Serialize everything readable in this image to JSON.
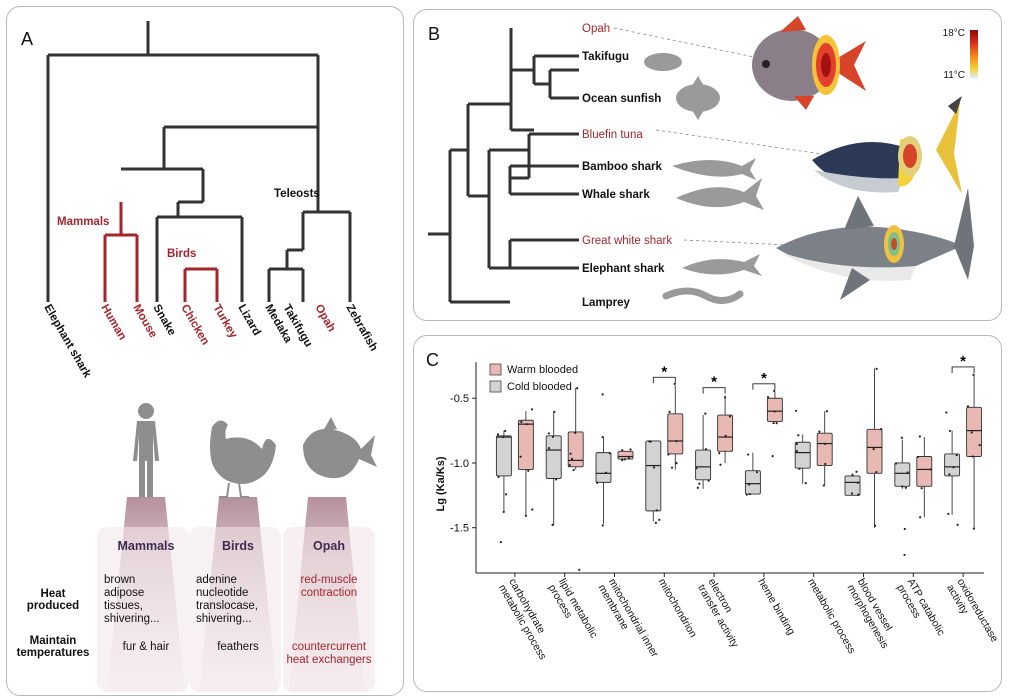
{
  "panels": {
    "a": "A",
    "b": "B",
    "c": "C"
  },
  "panel_a": {
    "taxa": [
      "Elephant shark",
      "Human",
      "Mouse",
      "Snake",
      "Chicken",
      "Turkey",
      "Lizard",
      "Medaka",
      "Takifugu",
      "Opah",
      "Zebrafish"
    ],
    "taxa_warm": [
      false,
      true,
      true,
      false,
      true,
      true,
      false,
      false,
      false,
      true,
      false
    ],
    "clade_labels": {
      "mammals": "Mammals",
      "birds": "Birds",
      "teleosts": "Teleosts"
    },
    "groups": [
      "Mammals",
      "Birds",
      "Opah"
    ],
    "row_headers": {
      "heat": [
        "Heat",
        "produced"
      ],
      "maintain": [
        "Maintain",
        "temperatures"
      ]
    },
    "heat_produced": [
      [
        "brown",
        "adipose",
        "tissues,",
        "shivering..."
      ],
      [
        "adenine",
        "nucleotide",
        "translocase,",
        "shivering..."
      ],
      [
        "red-muscle",
        "contraction"
      ]
    ],
    "maintain": [
      [
        "fur & hair"
      ],
      [
        "feathers"
      ],
      [
        "countercurrent",
        "heat exchangers"
      ]
    ],
    "icons": [
      "human-silhouette-icon",
      "chicken-silhouette-icon",
      "opah-silhouette-icon"
    ]
  },
  "panel_b": {
    "taxa": [
      "Opah",
      "Takifugu",
      "Ocean sunfish",
      "Bluefin tuna",
      "Bamboo shark",
      "Whale shark",
      "Great white shark",
      "Elephant shark",
      "Lamprey"
    ],
    "taxa_warm": [
      true,
      false,
      false,
      true,
      false,
      false,
      true,
      false,
      false
    ],
    "colorbar": {
      "max": "18°C",
      "min": "11°C",
      "colors": [
        "#8c0a0a",
        "#d8281a",
        "#f08a1a",
        "#f5d23a",
        "#dfeef2"
      ]
    }
  },
  "chart_data": {
    "type": "box",
    "ylabel": "Lg (Ka/Ks)",
    "yticks": [
      -0.5,
      -1.0,
      -1.5
    ],
    "ytick_labels": [
      "-0.5",
      "-1.0",
      "-1.5"
    ],
    "ylim": [
      -1.85,
      -0.22
    ],
    "legend": [
      "Warm blooded",
      "Cold blooded"
    ],
    "legend_position": "top-left",
    "colors": {
      "warm": "#e8b9b3",
      "cold": "#d3d3d3"
    },
    "categories": [
      {
        "label": [
          "carbohydrate",
          "metabolic process"
        ],
        "cold": {
          "min": -1.38,
          "q1": -1.1,
          "med": -0.8,
          "q3": -0.79,
          "max": -0.75,
          "out": [
            -1.62,
            -1.23
          ]
        },
        "warm": {
          "min": -1.4,
          "q1": -1.05,
          "med": -0.7,
          "q3": -0.67,
          "max": -0.6,
          "out": [
            -0.95,
            -1.35
          ]
        },
        "sig": false
      },
      {
        "label": [
          "lipid metabolic",
          "process"
        ],
        "cold": {
          "min": -1.48,
          "q1": -1.12,
          "med": -0.9,
          "q3": -0.79,
          "max": -0.6,
          "out": [
            -0.78
          ]
        },
        "warm": {
          "min": -1.05,
          "q1": -1.03,
          "med": -0.98,
          "q3": -0.76,
          "max": -0.42,
          "out": [
            -1.83,
            -0.92
          ]
        },
        "sig": false
      },
      {
        "label": [
          "mitochondrial inner",
          "membrane"
        ],
        "cold": {
          "min": -1.47,
          "q1": -1.15,
          "med": -1.08,
          "q3": -0.92,
          "max": -0.8,
          "out": [
            -0.48
          ]
        },
        "warm": {
          "min": -0.97,
          "q1": -0.97,
          "med": -0.95,
          "q3": -0.91,
          "max": -0.91,
          "out": []
        },
        "sig": false
      },
      {
        "label": [
          "mitochondrion"
        ],
        "cold": {
          "min": -1.45,
          "q1": -1.37,
          "med": -1.02,
          "q3": -0.83,
          "max": -0.83,
          "out": [
            -1.47
          ]
        },
        "warm": {
          "min": -1.05,
          "q1": -0.93,
          "med": -0.83,
          "q3": -0.62,
          "max": -0.4,
          "out": [
            -1.0
          ]
        },
        "sig": true
      },
      {
        "label": [
          "electron",
          "transfer activity"
        ],
        "cold": {
          "min": -1.2,
          "q1": -1.13,
          "med": -1.03,
          "q3": -0.9,
          "max": -0.63,
          "out": [
            -1.17
          ]
        },
        "warm": {
          "min": -1.0,
          "q1": -0.91,
          "med": -0.8,
          "q3": -0.63,
          "max": -0.48,
          "out": []
        },
        "sig": true
      },
      {
        "label": [
          "heme binding"
        ],
        "cold": {
          "min": -1.24,
          "q1": -1.24,
          "med": -1.16,
          "q3": -1.06,
          "max": -0.92,
          "out": []
        },
        "warm": {
          "min": -0.68,
          "q1": -0.68,
          "med": -0.6,
          "q3": -0.5,
          "max": -0.45,
          "out": [
            -0.96
          ]
        },
        "sig": true
      },
      {
        "label": [
          "metabolic process"
        ],
        "cold": {
          "min": -1.16,
          "q1": -1.04,
          "med": -0.92,
          "q3": -0.84,
          "max": -0.78,
          "out": [
            -0.6
          ]
        },
        "warm": {
          "min": -1.17,
          "q1": -1.02,
          "med": -0.85,
          "q3": -0.77,
          "max": -0.6,
          "out": []
        },
        "sig": false
      },
      {
        "label": [
          "blood vessel",
          "morphogenesis"
        ],
        "cold": {
          "min": -1.25,
          "q1": -1.25,
          "med": -1.15,
          "q3": -1.1,
          "max": -1.08,
          "out": []
        },
        "warm": {
          "min": -1.5,
          "q1": -1.08,
          "med": -0.88,
          "q3": -0.74,
          "max": -0.27,
          "out": []
        },
        "sig": false
      },
      {
        "label": [
          "ATP catabolic",
          "process"
        ],
        "cold": {
          "min": -1.2,
          "q1": -1.18,
          "med": -1.08,
          "q3": -1.0,
          "max": -0.82,
          "out": [
            -1.7,
            -1.5
          ]
        },
        "warm": {
          "min": -1.42,
          "q1": -1.18,
          "med": -1.05,
          "q3": -0.95,
          "max": -0.8,
          "out": []
        },
        "sig": false
      },
      {
        "label": [
          "oxidoreductase",
          "activity"
        ],
        "cold": {
          "min": -1.4,
          "q1": -1.1,
          "med": -1.03,
          "q3": -0.93,
          "max": -0.75,
          "out": [
            -1.48,
            -0.6
          ]
        },
        "warm": {
          "min": -1.5,
          "q1": -0.95,
          "med": -0.75,
          "q3": -0.57,
          "max": -0.32,
          "out": [
            -0.85
          ]
        },
        "sig": true
      }
    ]
  }
}
